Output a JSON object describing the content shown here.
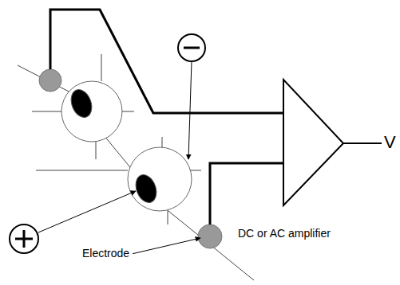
{
  "diagram": {
    "labels": [
      "Electrode",
      "DC or AC amplifier",
      "V"
    ]
  }
}
